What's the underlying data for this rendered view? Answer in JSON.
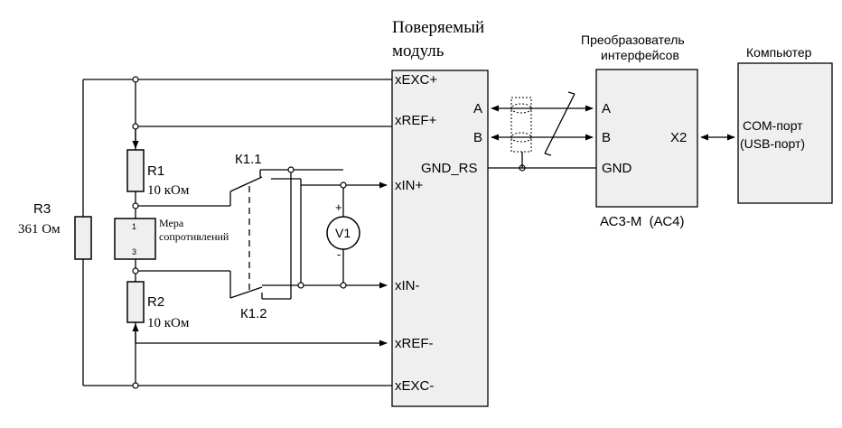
{
  "module": {
    "title_line1": "Поверяемый",
    "title_line2": "модуль",
    "pins": {
      "exc_plus": "xEXC+",
      "ref_plus": "xREF+",
      "in_plus": "xIN+",
      "gnd_rs": "GND_RS",
      "in_minus": "xIN-",
      "ref_minus": "xREF-",
      "exc_minus": "xEXC-",
      "a": "A",
      "b": "B"
    }
  },
  "converter": {
    "title_line1": "Преобразователь",
    "title_line2": "интерфейсов",
    "pin_a": "A",
    "pin_b": "B",
    "pin_gnd": "GND",
    "pin_x2": "X2",
    "model": "АС3-М  (АС4)"
  },
  "computer": {
    "title": "Компьютер",
    "port_line1": "COM-порт",
    "port_line2": "(USB-порт)"
  },
  "resistors": {
    "r1_name": "R1",
    "r1_value": "10 кОм",
    "r2_name": "R2",
    "r2_value": "10 кОм",
    "r3_name": "R3",
    "r3_value": "361 Ом"
  },
  "standard": {
    "label_line1": "Мера",
    "label_line2": "сопротивлений",
    "pin_top": "1",
    "pin_bottom": "3"
  },
  "relay": {
    "k11": "К1.1",
    "k12": "К1.2"
  },
  "voltmeter": {
    "name": "V1",
    "plus": "+",
    "minus": "-"
  }
}
